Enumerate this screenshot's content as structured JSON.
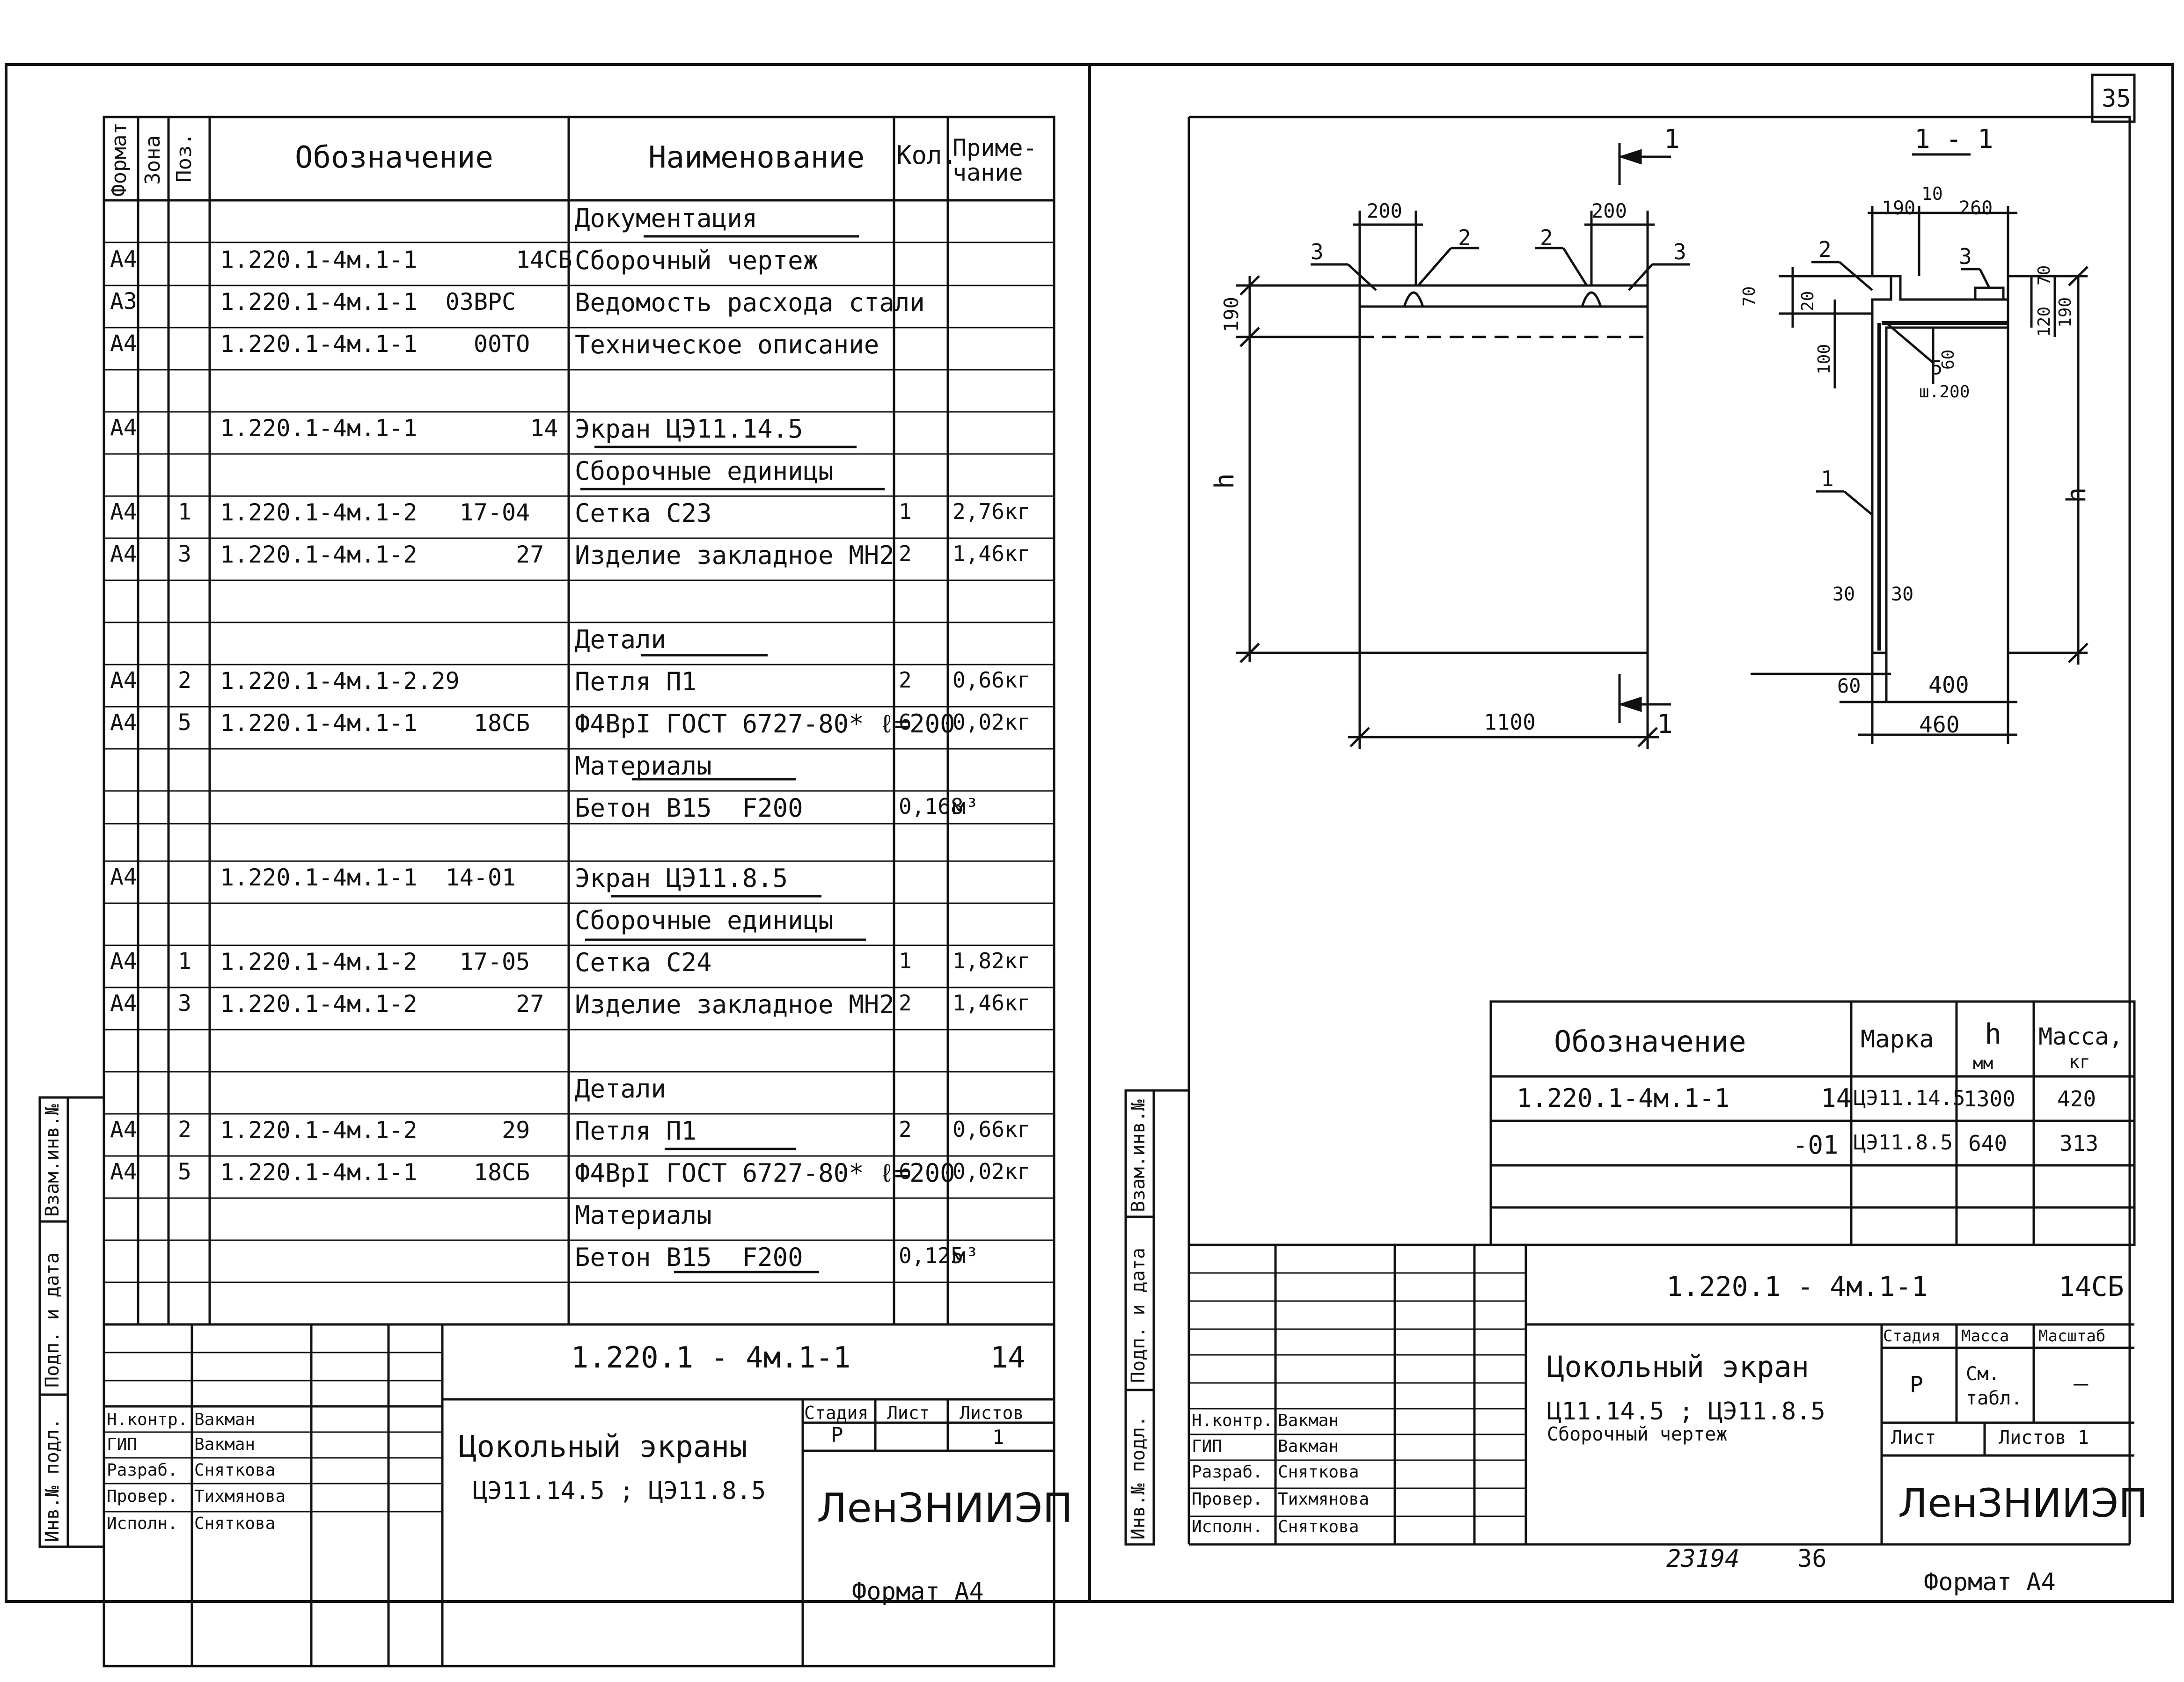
{
  "left_sheet": {
    "headers": {
      "format": "Формат",
      "zone": "Зона",
      "pos": "Поз.",
      "designation": "Обозначение",
      "name": "Наименование",
      "qty": "Кол.",
      "note": "Приме-\nчание"
    },
    "rows": [
      {
        "format": "",
        "zone": "",
        "pos": "",
        "designation": "",
        "name": "Документация",
        "qty": "",
        "note": ""
      },
      {
        "format": "А4",
        "zone": "",
        "pos": "",
        "designation": "1.220.1-4м.1-1       14СБ",
        "name": "Сборочный чертеж",
        "qty": "",
        "note": ""
      },
      {
        "format": "А3",
        "zone": "",
        "pos": "",
        "designation": "1.220.1-4м.1-1  03ВРС",
        "name": "Ведомость расхода стали",
        "qty": "",
        "note": ""
      },
      {
        "format": "А4",
        "zone": "",
        "pos": "",
        "designation": "1.220.1-4м.1-1    00ТО",
        "name": "Техническое описание",
        "qty": "",
        "note": ""
      },
      {
        "format": "А4",
        "zone": "",
        "pos": "",
        "designation": "1.220.1-4м.1-1        14",
        "name": "Экран ЦЭ11.14.5",
        "qty": "",
        "note": ""
      },
      {
        "format": "",
        "zone": "",
        "pos": "",
        "designation": "",
        "name": "Сборочные единицы",
        "qty": "",
        "note": ""
      },
      {
        "format": "А4",
        "zone": "",
        "pos": "1",
        "designation": "1.220.1-4м.1-2   17-04",
        "name": "Сетка С23",
        "qty": "1",
        "note": "2,76кг"
      },
      {
        "format": "А4",
        "zone": "",
        "pos": "3",
        "designation": "1.220.1-4м.1-2       27",
        "name": "Изделие закладное МН2",
        "qty": "2",
        "note": "1,46кг"
      },
      {
        "format": "",
        "zone": "",
        "pos": "",
        "designation": "",
        "name": "Детали",
        "qty": "",
        "note": ""
      },
      {
        "format": "А4",
        "zone": "",
        "pos": "2",
        "designation": "1.220.1-4м.1-2.29",
        "name": "Петля П1",
        "qty": "2",
        "note": "0,66кг"
      },
      {
        "format": "А4",
        "zone": "",
        "pos": "5",
        "designation": "1.220.1-4м.1-1    18СБ",
        "name": "Ф4ВрI ГОСТ 6727-80* ℓ=200",
        "qty": "6",
        "note": "0,02кг"
      },
      {
        "format": "",
        "zone": "",
        "pos": "",
        "designation": "",
        "name": "Материалы",
        "qty": "",
        "note": ""
      },
      {
        "format": "",
        "zone": "",
        "pos": "",
        "designation": "",
        "name": "Бетон В15  F200",
        "qty": "0,168",
        "note": "м³"
      },
      {
        "format": "А4",
        "zone": "",
        "pos": "",
        "designation": "1.220.1-4м.1-1  14-01",
        "name": "Экран ЦЭ11.8.5",
        "qty": "",
        "note": ""
      },
      {
        "format": "",
        "zone": "",
        "pos": "",
        "designation": "",
        "name": "Сборочные единицы",
        "qty": "",
        "note": ""
      },
      {
        "format": "А4",
        "zone": "",
        "pos": "1",
        "designation": "1.220.1-4м.1-2   17-05",
        "name": "Сетка С24",
        "qty": "1",
        "note": "1,82кг"
      },
      {
        "format": "А4",
        "zone": "",
        "pos": "3",
        "designation": "1.220.1-4м.1-2       27",
        "name": "Изделие закладное МН2",
        "qty": "2",
        "note": "1,46кг"
      },
      {
        "format": "",
        "zone": "",
        "pos": "",
        "designation": "",
        "name": "Детали",
        "qty": "",
        "note": ""
      },
      {
        "format": "А4",
        "zone": "",
        "pos": "2",
        "designation": "1.220.1-4м.1-2      29",
        "name": "Петля П1",
        "qty": "2",
        "note": "0,66кг"
      },
      {
        "format": "А4",
        "zone": "",
        "pos": "5",
        "designation": "1.220.1-4м.1-1    18СБ",
        "name": "Ф4ВрI ГОСТ 6727-80* ℓ=200",
        "qty": "6",
        "note": "0,02кг"
      },
      {
        "format": "",
        "zone": "",
        "pos": "",
        "designation": "",
        "name": "Материалы",
        "qty": "",
        "note": ""
      },
      {
        "format": "",
        "zone": "",
        "pos": "",
        "designation": "",
        "name": "Бетон В15  F200",
        "qty": "0,125",
        "note": "м³"
      }
    ],
    "title_block": {
      "code": "1.220.1 - 4м.1-1        14",
      "title_line1": "Цокольный экраны",
      "title_line2": "ЦЭ11.14.5 ; ЦЭ11.8.5",
      "stage_label": "Стадия",
      "stage": "Р",
      "sheet_label": "Лист",
      "sheets_label": "Листов",
      "sheets": "1",
      "org": "ЛенЗНИИЭП",
      "roles": [
        "Н.контр.",
        "ГИП",
        "Разраб.",
        "Провер.",
        "Исполн."
      ],
      "names": [
        "Вакман",
        "Вакман",
        "Сняткова",
        "Тихмянова",
        "Сняткова"
      ]
    },
    "side_labels": [
      "Инв.№ подл.",
      "Подп. и дата",
      "Взам.инв.№"
    ],
    "format_note": "Формат А4"
  },
  "right_sheet": {
    "page_number": "35",
    "section_label": "1 - 1",
    "section_mark": "1",
    "dims": {
      "d200a": "200",
      "d200b": "200",
      "d1100": "1100",
      "d190": "190",
      "h": "h",
      "d10": "10",
      "d190b": "190",
      "d260": "260",
      "d70a": "70",
      "d20": "20",
      "d100": "100",
      "d70b": "70",
      "d120": "120",
      "d190c": "190",
      "d60": "60",
      "d30a": "30",
      "d30b": "30",
      "d60b": "60",
      "d400": "400",
      "d460": "460",
      "sh200": "ш.200"
    },
    "callouts": {
      "c3a": "3",
      "c2a": "2",
      "c2b": "2",
      "c3b": "3",
      "c2c": "2",
      "c3c": "3",
      "c5": "5",
      "c1": "1"
    },
    "marks_table": {
      "headers": {
        "designation": "Обозначение",
        "mark": "Марка",
        "h": "h",
        "h_unit": "мм",
        "mass": "Масса,",
        "mass_unit": "кг"
      },
      "rows": [
        {
          "designation": "1.220.1-4м.1-1      14",
          "mark": "ЦЭ11.14.5",
          "h": "1300",
          "mass": "420"
        },
        {
          "designation": "-01",
          "mark": "ЦЭ11.8.5",
          "h": "640",
          "mass": "313"
        }
      ]
    },
    "title_block": {
      "code": "1.220.1 - 4м.1-1        14СБ",
      "title_line1": "Цокольный экран",
      "title_line2": "Ц11.14.5 ; ЦЭ11.8.5",
      "title_line3": "Сборочный чертеж",
      "stage_label": "Стадия",
      "mass_label": "Масса",
      "scale_label": "Масштаб",
      "stage": "Р",
      "mass": "См.\nтабл.",
      "scale": "—",
      "sheet_label": "Лист",
      "sheets_label": "Листов 1",
      "org": "ЛенЗНИИЭП",
      "roles": [
        "Н.контр.",
        "ГИП",
        "Разраб.",
        "Провер.",
        "Исполн."
      ],
      "names": [
        "Вакман",
        "Вакман",
        "Сняткова",
        "Тихмянова",
        "Сняткова"
      ]
    },
    "side_labels": [
      "Инв.№ подл.",
      "Подп. и дата",
      "Взам.инв.№"
    ],
    "footer_code": "23194",
    "footer_page": "36",
    "format_note": "Формат А4"
  }
}
